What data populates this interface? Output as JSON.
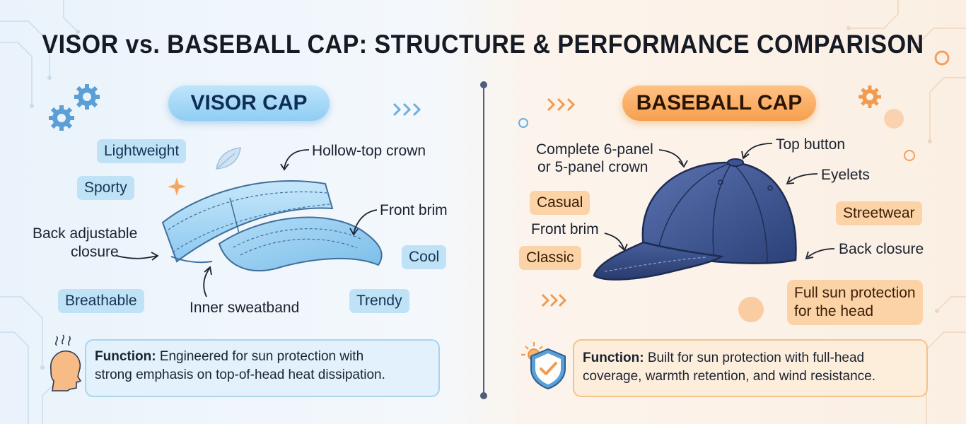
{
  "title": "VISOR vs. BASEBALL CAP: STRUCTURE & PERFORMANCE COMPARISON",
  "colors": {
    "visor_accent": "#8fcdf3",
    "baseball_accent": "#f7a04e",
    "visor_cap": "#a9d8f5",
    "baseball_cap": "#3b5390",
    "divider": "#4f5d77"
  },
  "visor": {
    "header": "VISOR CAP",
    "tags": [
      "Lightweight",
      "Sporty",
      "Cool",
      "Breathable",
      "Trendy"
    ],
    "labels": {
      "hollow_top": "Hollow-top crown",
      "front_brim": "Front brim",
      "back_closure_1": "Back adjustable",
      "back_closure_2": "closure",
      "sweatband": "Inner sweatband"
    },
    "function_label": "Function:",
    "function_line1": "Engineered for sun protection with",
    "function_line2": "strong emphasis on top-of-head heat dissipation.",
    "icons": [
      "gear-icon",
      "leaf-icon",
      "sparkle-icon",
      "chevrons-icon",
      "head-heat-icon"
    ]
  },
  "baseball": {
    "header": "BASEBALL CAP",
    "tags": [
      "Casual",
      "Classic",
      "Streetwear",
      "Full sun protection",
      "for the head"
    ],
    "labels": {
      "crown_1": "Complete 6-panel",
      "crown_2": "or 5-panel crown",
      "top_button": "Top button",
      "eyelets": "Eyelets",
      "front_brim": "Front brim",
      "back_closure": "Back closure"
    },
    "function_label": "Function:",
    "function_line1": "Built for sun protection with full-head",
    "function_line2": "coverage, warmth retention, and wind resistance.",
    "icons": [
      "gear-icon",
      "chevrons-icon",
      "sun-shield-icon"
    ]
  }
}
